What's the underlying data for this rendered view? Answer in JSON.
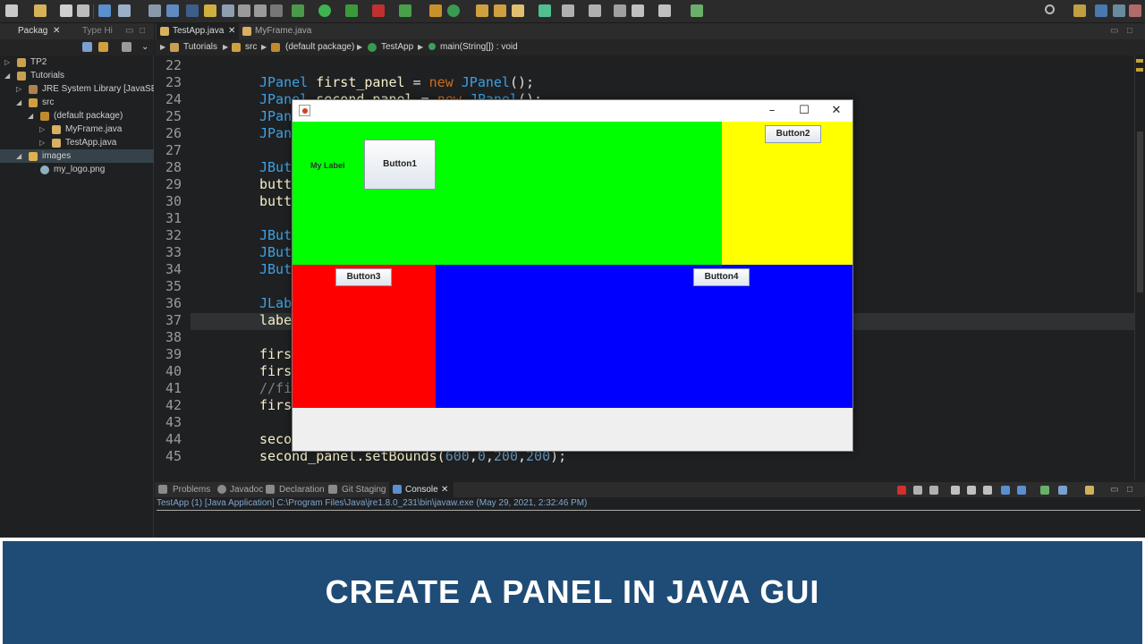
{
  "left_view": {
    "tabs": [
      {
        "label": "Packag"
      },
      {
        "label": "Type Hi"
      }
    ],
    "tree": [
      {
        "label": "TP2"
      },
      {
        "label": "Tutorials"
      },
      {
        "label": "JRE System Library [JavaSE-1.8"
      },
      {
        "label": "src"
      },
      {
        "label": "(default package)"
      },
      {
        "label": "MyFrame.java"
      },
      {
        "label": "TestApp.java"
      },
      {
        "label": "images"
      },
      {
        "label": "my_logo.png"
      }
    ]
  },
  "editor": {
    "tabs": [
      {
        "label": "TestApp.java"
      },
      {
        "label": "MyFrame.java"
      }
    ],
    "breadcrumb": [
      "Tutorials",
      "src",
      "(default package)",
      "TestApp",
      "main(String[]) : void"
    ],
    "line_numbers": [
      "22",
      "23",
      "24",
      "25",
      "26",
      "27",
      "28",
      "29",
      "30",
      "31",
      "32",
      "33",
      "34",
      "35",
      "36",
      "37",
      "38",
      "39",
      "40",
      "41",
      "42",
      "43",
      "44",
      "45"
    ],
    "code": {
      "l23_type": "JPanel",
      "l23_var": "first_panel",
      "l23_eq": " = ",
      "l23_kw": "new",
      "l23_type2": "JPanel",
      "l23_end": "();",
      "l24_type": "JPanel",
      "l24_var": "second_panel",
      "l24_eq": " = ",
      "l24_kw": "new",
      "l24_type2": "JPanel",
      "l24_end": "();",
      "l25": "JPan",
      "l26": "JPan",
      "l28": "JBut",
      "l29": "butt",
      "l30": "butt",
      "l32": "JBut",
      "l33": "JBut",
      "l34": "JBut",
      "l36": "JLab",
      "l37": "labe",
      "l39": "firs",
      "l40": "firs",
      "l41": "//fi",
      "l42": "firs",
      "l44": "secon",
      "l45_var": "second_panel.setBounds(",
      "l45_n1": "600",
      "l45_c1": ",",
      "l45_n2": "0",
      "l45_c2": ",",
      "l45_n3": "200",
      "l45_c3": ",",
      "l45_n4": "200",
      "l45_end": ");"
    }
  },
  "console": {
    "tabs": [
      {
        "label": "Problems"
      },
      {
        "label": "Javadoc"
      },
      {
        "label": "Declaration"
      },
      {
        "label": "Git Staging"
      },
      {
        "label": "Console"
      }
    ],
    "header": "TestApp (1) [Java Application] C:\\Program Files\\Java\\jre1.8.0_231\\bin\\javaw.exe (May 29, 2021, 2:32:46 PM)"
  },
  "java_window": {
    "minimize_glyph": "–",
    "maximize_glyph": "☐",
    "close_glyph": "✕",
    "label": "My Label",
    "buttons": [
      "Button1",
      "Button2",
      "Button3",
      "Button4"
    ],
    "colors": {
      "green": "#00ff00",
      "yellow": "#ffff00",
      "red": "#ff0000",
      "blue": "#0000ff"
    }
  },
  "banner": {
    "title": "CREATE A PANEL IN JAVA GUI"
  }
}
